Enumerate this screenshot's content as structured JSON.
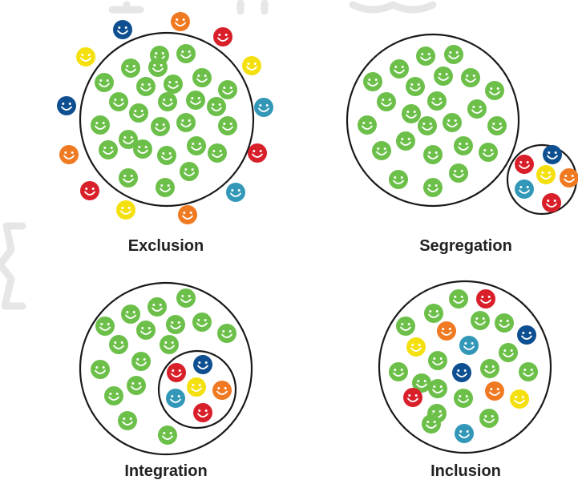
{
  "colors": {
    "green": "#6cc04a",
    "red": "#d81f2a",
    "blue": "#0d4f91",
    "yellow": "#f5e00f",
    "orange": "#f07a22",
    "teal": "#3398b8",
    "outline": "#1a1a1a"
  },
  "panels": [
    {
      "id": "exclusion",
      "label": "Exclusion",
      "icon": "exclusion-diagram"
    },
    {
      "id": "segregation",
      "label": "Segregation",
      "icon": "segregation-diagram"
    },
    {
      "id": "integration",
      "label": "Integration",
      "icon": "integration-diagram"
    },
    {
      "id": "inclusion",
      "label": "Inclusion",
      "icon": "inclusion-diagram"
    }
  ]
}
